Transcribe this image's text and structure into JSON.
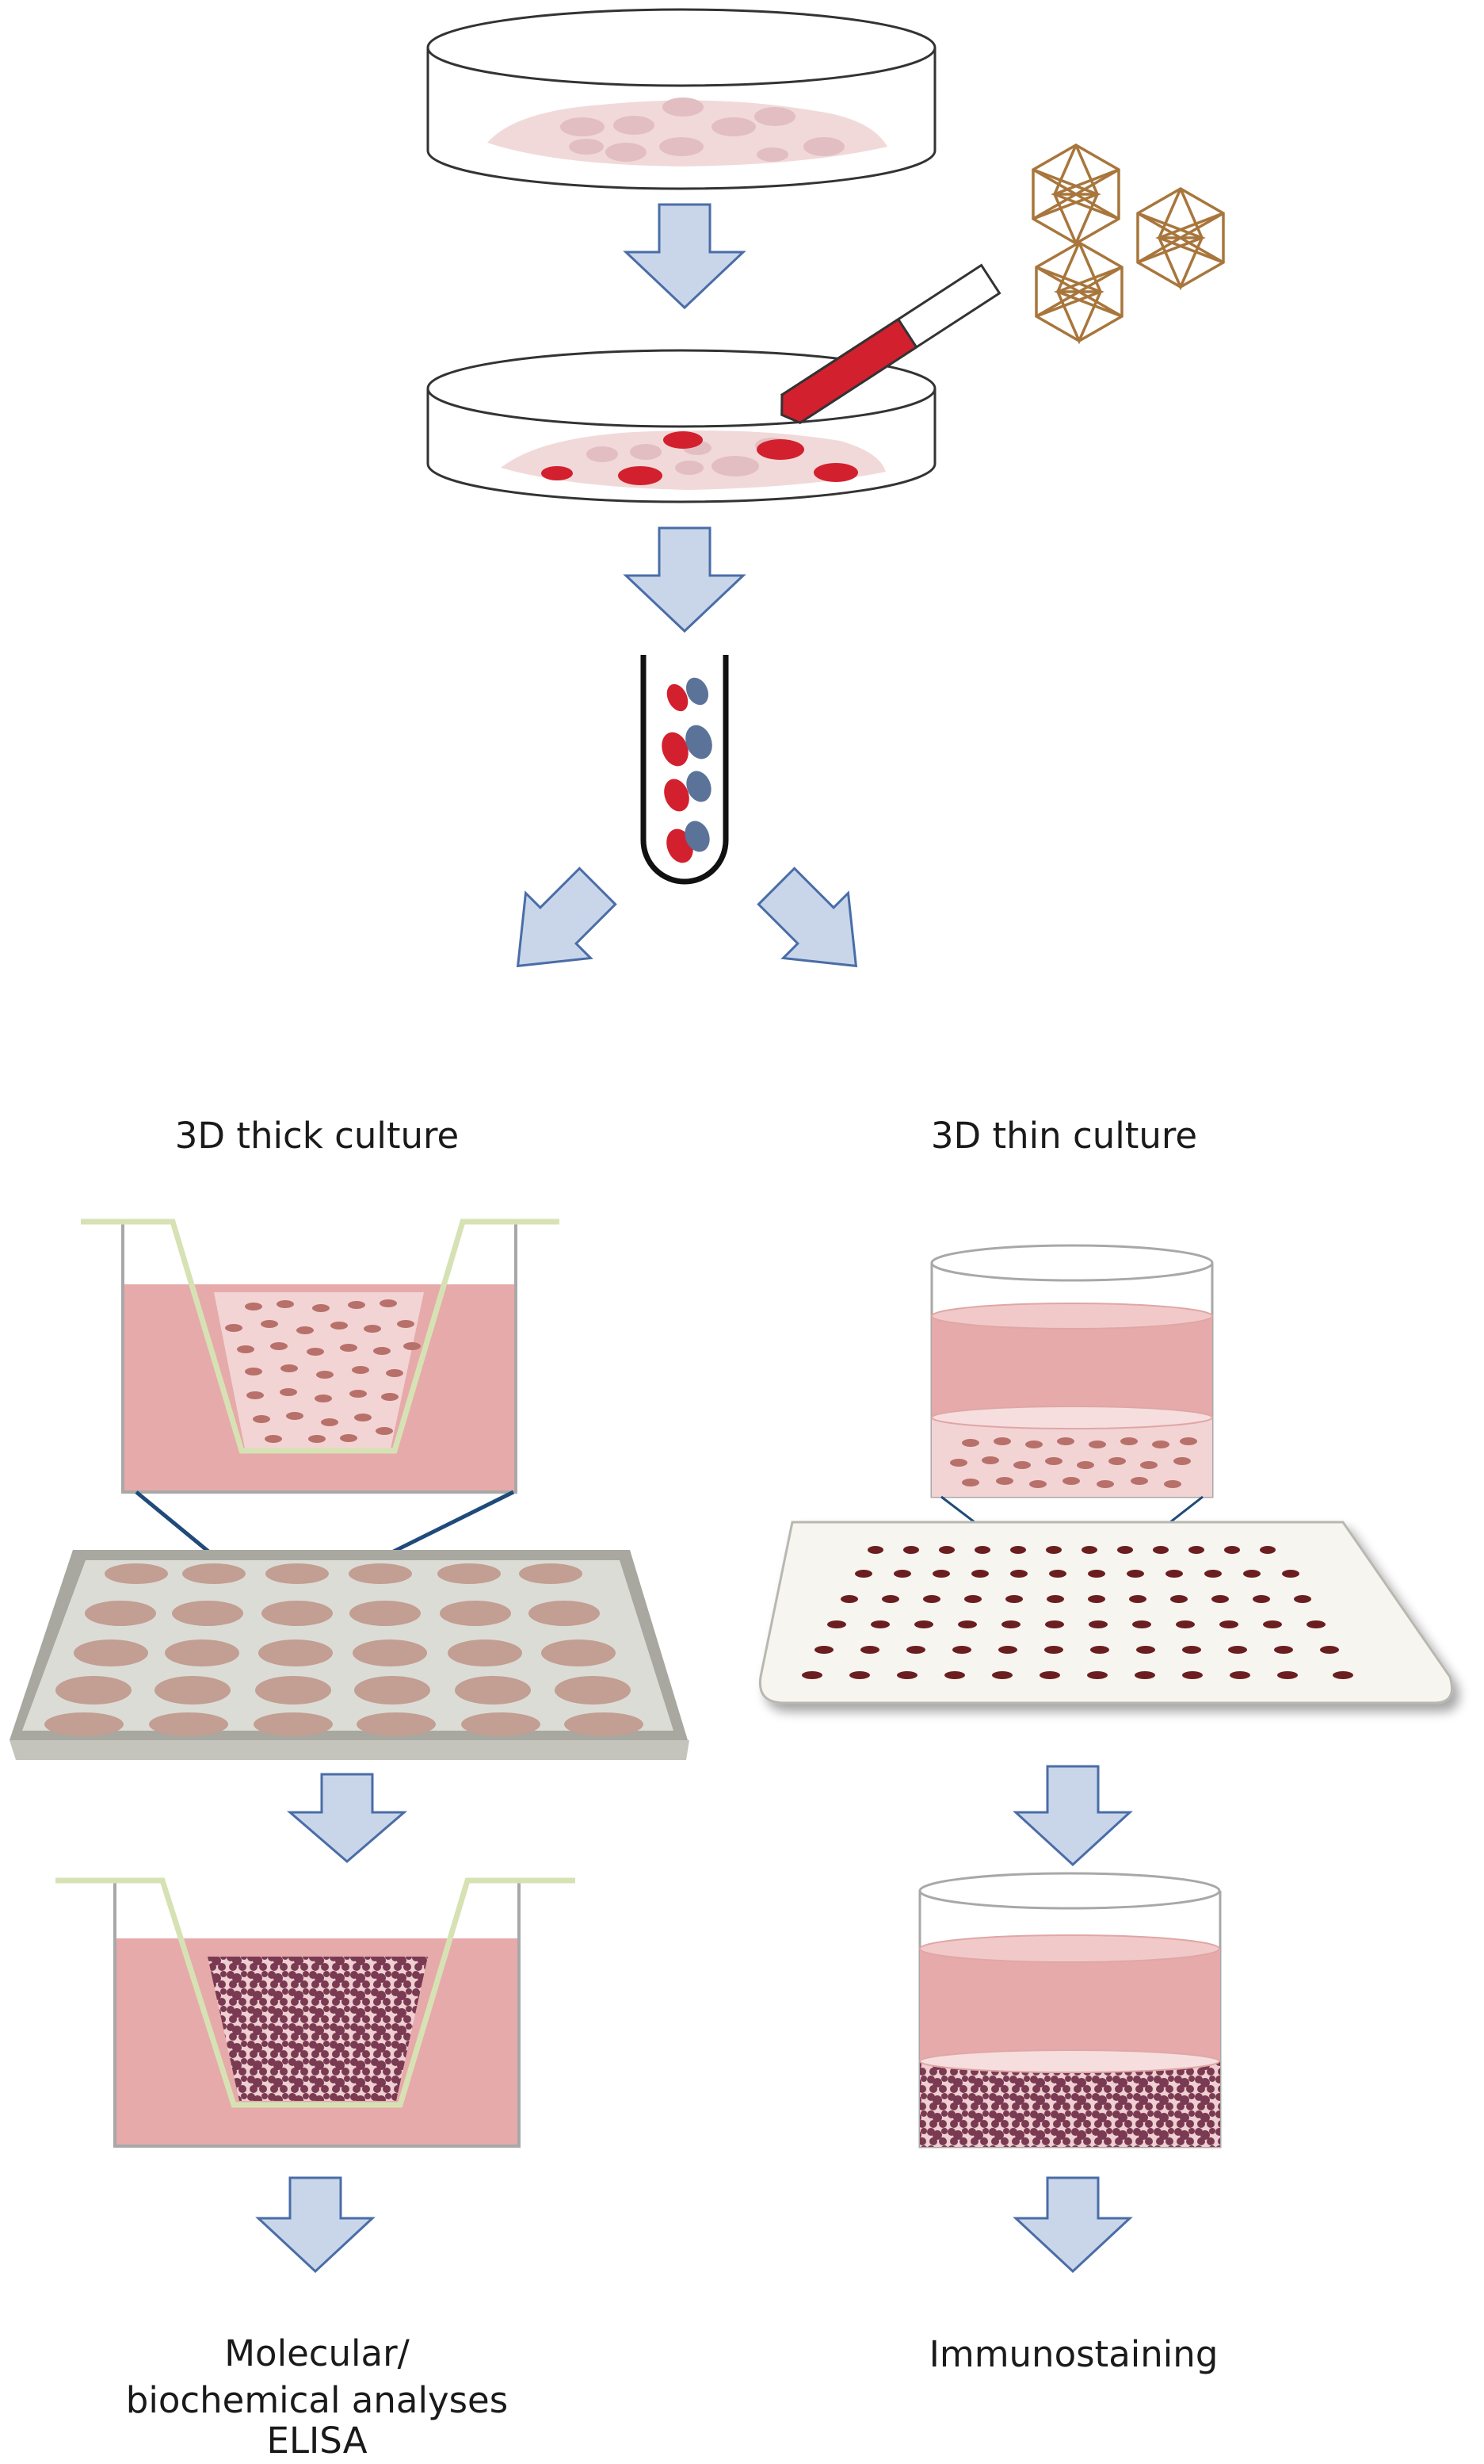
{
  "labels": {
    "thick_title": "3D thick culture",
    "thin_title": "3D thin culture",
    "left_result_line1": "Molecular/",
    "left_result_line2": "biochemical analyses",
    "left_result_line3": "ELISA",
    "right_result": "Immunostaining"
  },
  "colors": {
    "arrow_fill": "#c9d6ea",
    "arrow_stroke": "#4a6da7",
    "medium_pink": "#e6aaaa",
    "light_pink": "#f3d4d4",
    "red_cell": "#d3202e",
    "blue_cell": "#5b7399",
    "brown_cell": "#b8706a",
    "dark_cell": "#6b1e20",
    "aggregate": "#7a3a52",
    "virus": "#a8763c",
    "insert": "#d7e2b4",
    "tray": "#a8a8a0"
  },
  "icons": [
    "petri-dish",
    "pipette",
    "virus-particle",
    "test-tube",
    "transwell-insert",
    "well-plate",
    "slide-array",
    "culture-vial"
  ]
}
